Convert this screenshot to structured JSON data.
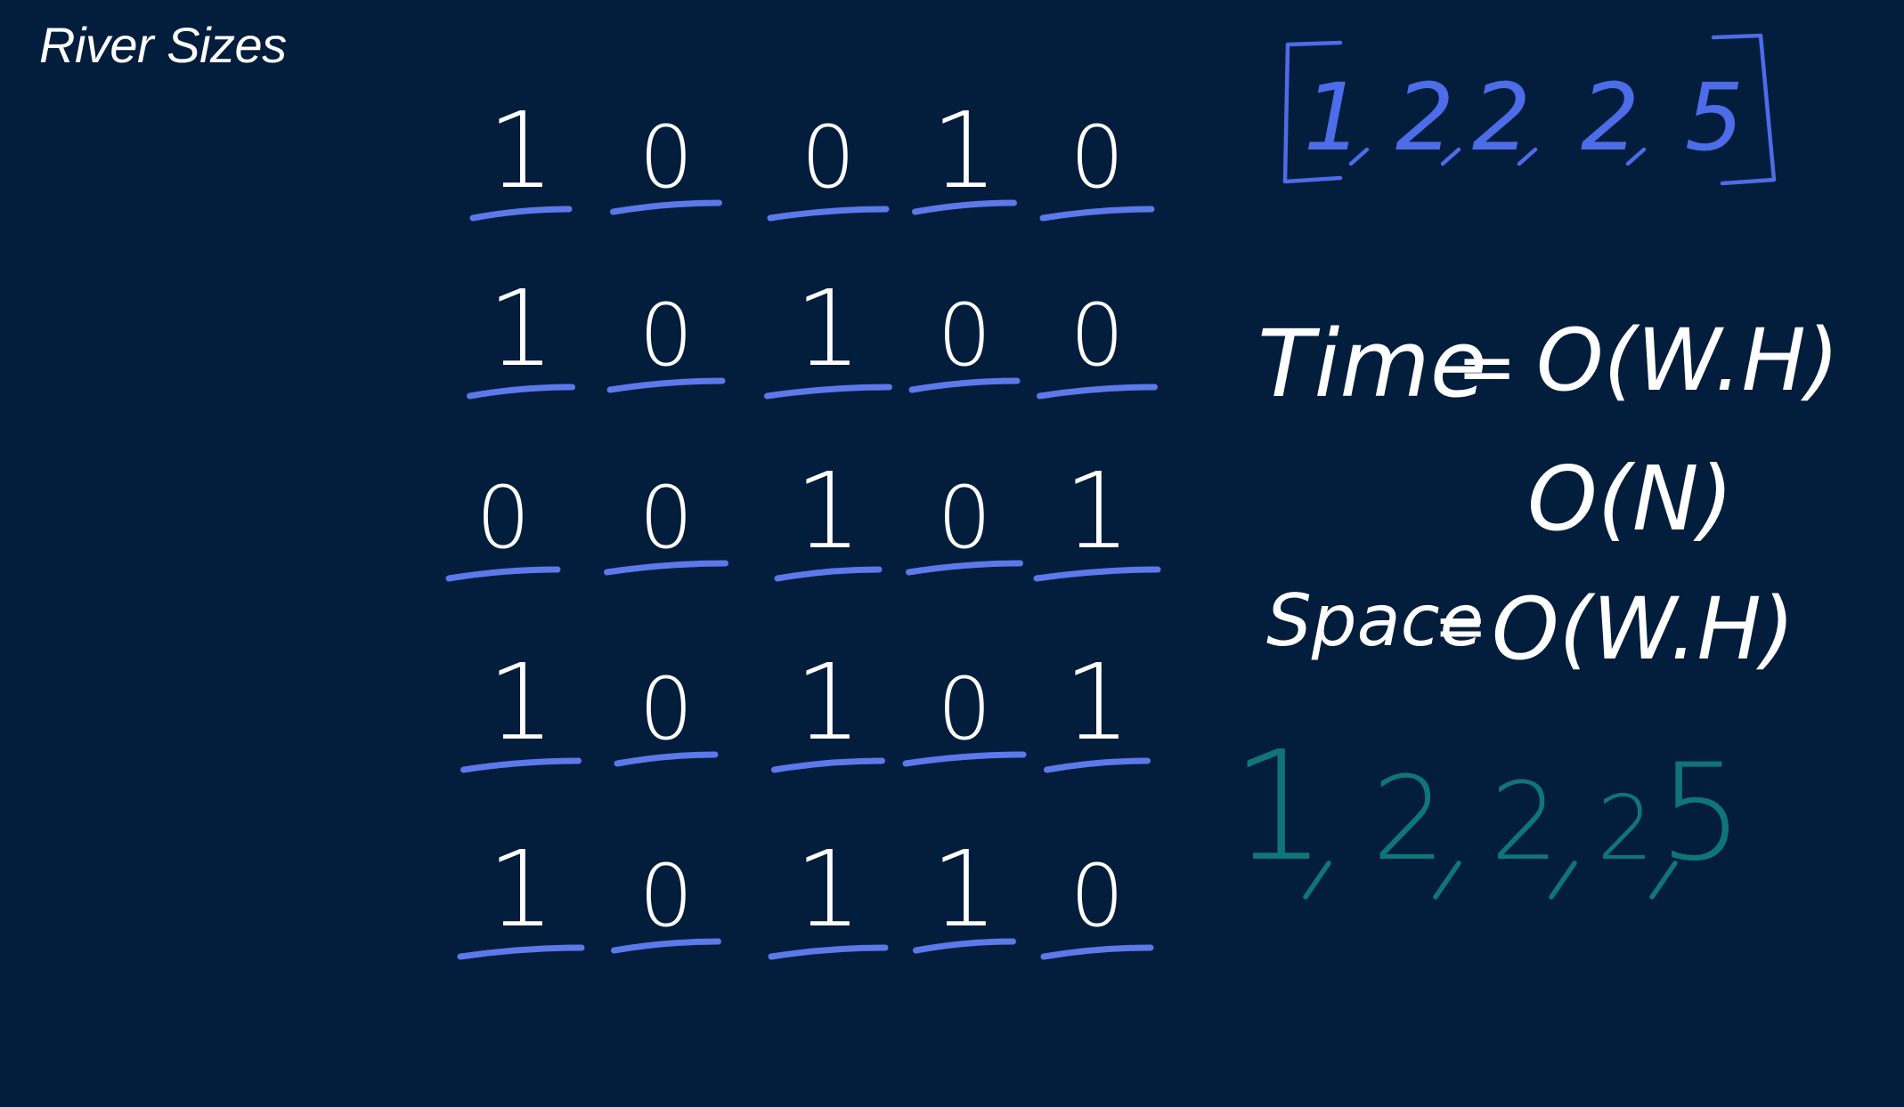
{
  "title": "River Sizes",
  "colors": {
    "background": "#031d3c",
    "chalk": "#ffffff",
    "underline": "#5b79ea",
    "answer_blue": "#4d6ce8",
    "answer_teal": "#0f7678"
  },
  "matrix": [
    [
      "1",
      "0",
      "0",
      "1",
      "0"
    ],
    [
      "1",
      "0",
      "1",
      "0",
      "0"
    ],
    [
      "0",
      "0",
      "1",
      "0",
      "1"
    ],
    [
      "1",
      "0",
      "1",
      "0",
      "1"
    ],
    [
      "1",
      "0",
      "1",
      "1",
      "0"
    ]
  ],
  "result_top": [
    "1",
    "2",
    "2",
    "2",
    "5"
  ],
  "complexity": {
    "time_label": "Time",
    "time_value": "O(W.H)",
    "time_alt": "O(N)",
    "space_label": "Space",
    "space_value": "O(W.H)"
  },
  "result_bottom": [
    "1",
    "2",
    "2",
    "2",
    "5"
  ]
}
